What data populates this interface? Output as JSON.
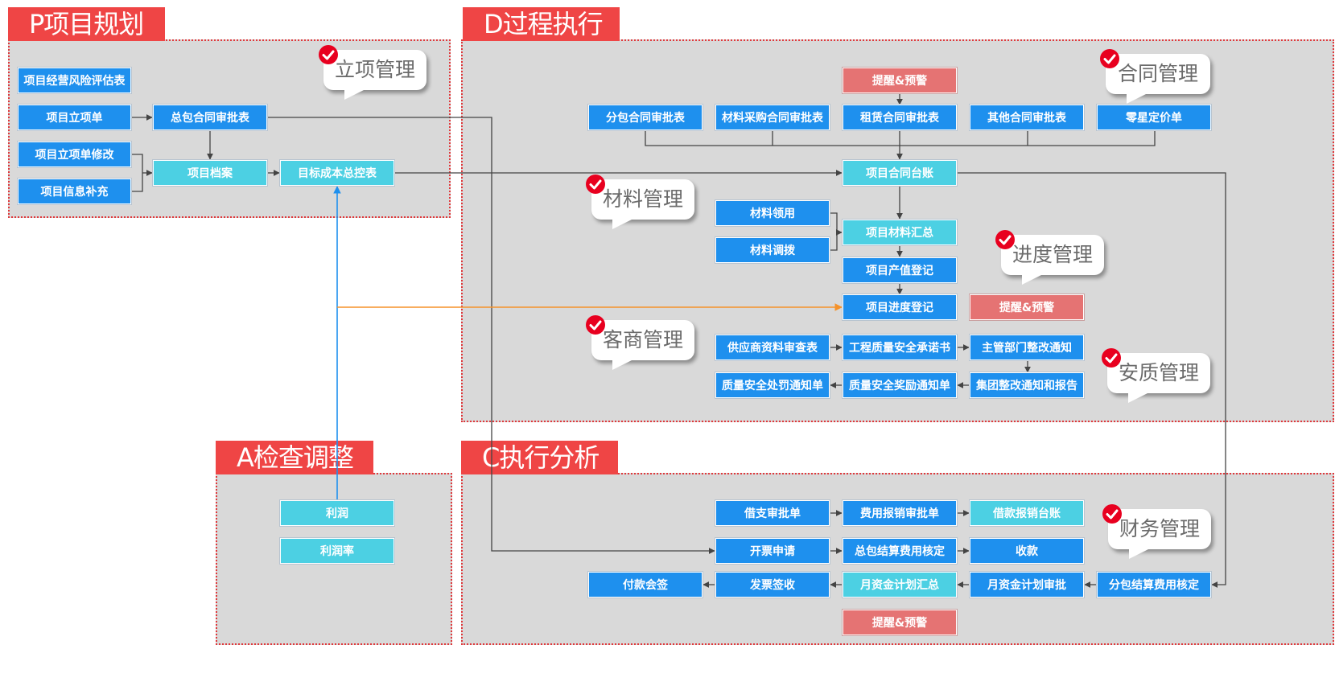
{
  "sections": {
    "plan": "P项目规划",
    "do": "D过程执行",
    "check": "C执行分析",
    "act": "A检查调整"
  },
  "callouts": {
    "project_setup": "立项管理",
    "contract": "合同管理",
    "material": "材料管理",
    "progress": "进度管理",
    "vendor": "客商管理",
    "quality_safety": "安质管理",
    "finance": "财务管理"
  },
  "plan": {
    "risk_assessment": "项目经营风险评估表",
    "project_setup_form": "项目立项单",
    "project_setup_modify": "项目立项单修改",
    "project_info_supplement": "项目信息补充",
    "general_contract_approval": "总包合同审批表",
    "project_archive": "项目档案",
    "target_cost_control": "目标成本总控表"
  },
  "contract": {
    "alert": "提醒&预警",
    "subcontract_approval": "分包合同审批表",
    "material_purchase_approval": "材料采购合同审批表",
    "lease_approval": "租赁合同审批表",
    "other_approval": "其他合同审批表",
    "sporadic_pricing": "零星定价单",
    "contract_ledger": "项目合同台账"
  },
  "material": {
    "requisition": "材料领用",
    "transfer": "材料调拨",
    "summary": "项目材料汇总"
  },
  "progress": {
    "output_register": "项目产值登记",
    "progress_register": "项目进度登记",
    "alert": "提醒&预警"
  },
  "quality": {
    "supplier_review": "供应商资料审查表",
    "quality_commitment": "工程质量安全承诺书",
    "rectification_notice": "主管部门整改通知",
    "penalty_notice": "质量安全处罚通知单",
    "reward_notice": "质量安全奖励通知单",
    "group_rectification_report": "集团整改通知和报告"
  },
  "finance": {
    "loan_approval": "借支审批单",
    "expense_approval": "费用报销审批单",
    "loan_expense_ledger": "借款报销台账",
    "invoice_request": "开票申请",
    "general_settlement_check": "总包结算费用核定",
    "collection": "收款",
    "payment_signoff": "付款会签",
    "invoice_receipt": "发票签收",
    "monthly_fund_summary": "月资金计划汇总",
    "monthly_fund_approval": "月资金计划审批",
    "sub_settlement_check": "分包结算费用核定",
    "alert": "提醒&预警"
  },
  "act": {
    "profit": "利润",
    "profit_rate": "利润率"
  },
  "colors": {
    "section_red": "#ef4545",
    "node_blue": "#1e90ee",
    "node_cyan": "#4cd0e3",
    "alert_red": "#e57373",
    "panel_gray": "#d9d9d9",
    "connector_dark": "#444444",
    "connector_blue": "#1e90ee",
    "connector_orange": "#f5922a"
  }
}
